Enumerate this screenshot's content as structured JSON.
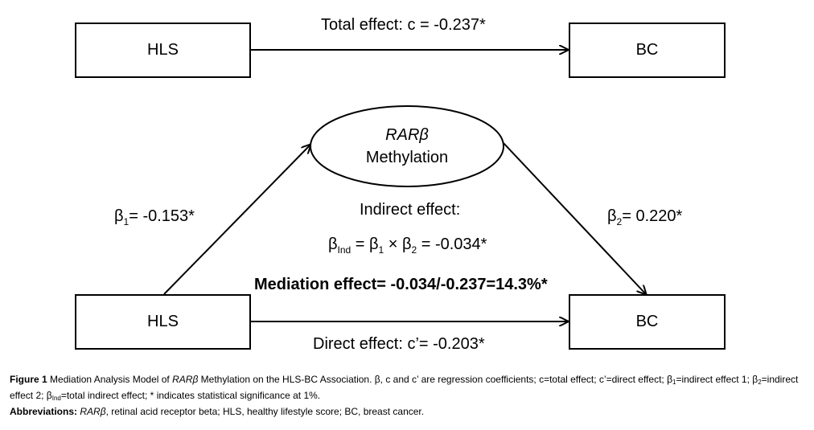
{
  "diagram": {
    "top": {
      "left_box": "HLS",
      "right_box": "BC",
      "total_effect": "Total effect: c = -0.237*"
    },
    "bottom": {
      "left_box": "HLS",
      "right_box": "BC",
      "direct_effect": "Direct effect: c’= -0.203*"
    },
    "mediator": {
      "line1": "RARβ",
      "line2": "Methylation"
    },
    "beta1": {
      "sym": "β",
      "sub": "1",
      "rest": "= -0.153*"
    },
    "beta2": {
      "sym": "β",
      "sub": "2",
      "rest": "= 0.220*"
    },
    "indirect": {
      "title": "Indirect effect:",
      "b_ind_sub": "Ind",
      "formula_mid": " = β",
      "sub1": "1",
      "times": " × β",
      "sub2": "2",
      "result": " = -0.034*"
    },
    "mediation_effect": "Mediation effect= -0.034/-0.237=14.3%*"
  },
  "caption": {
    "fig_label": "Figure 1",
    "fig_text_a": " Mediation Analysis Model of ",
    "fig_italic": "RARβ",
    "fig_text_b": " Methylation on the HLS-BC Association. β, c and c’ are regression coefficients; c=total effect; c’=direct effect; β",
    "s1": "1",
    "fig_text_c": "=indirect effect 1; β",
    "s2": "2",
    "fig_text_d": "=indirect effect 2; β",
    "sInd": "Ind",
    "fig_text_e": "=total indirect effect; * indicates statistical significance at 1%.",
    "abbr_label": "Abbreviations:",
    "abbr_italic": "RARβ",
    "abbr_text": ", retinal acid receptor beta; HLS, healthy lifestyle score; BC, breast cancer."
  }
}
